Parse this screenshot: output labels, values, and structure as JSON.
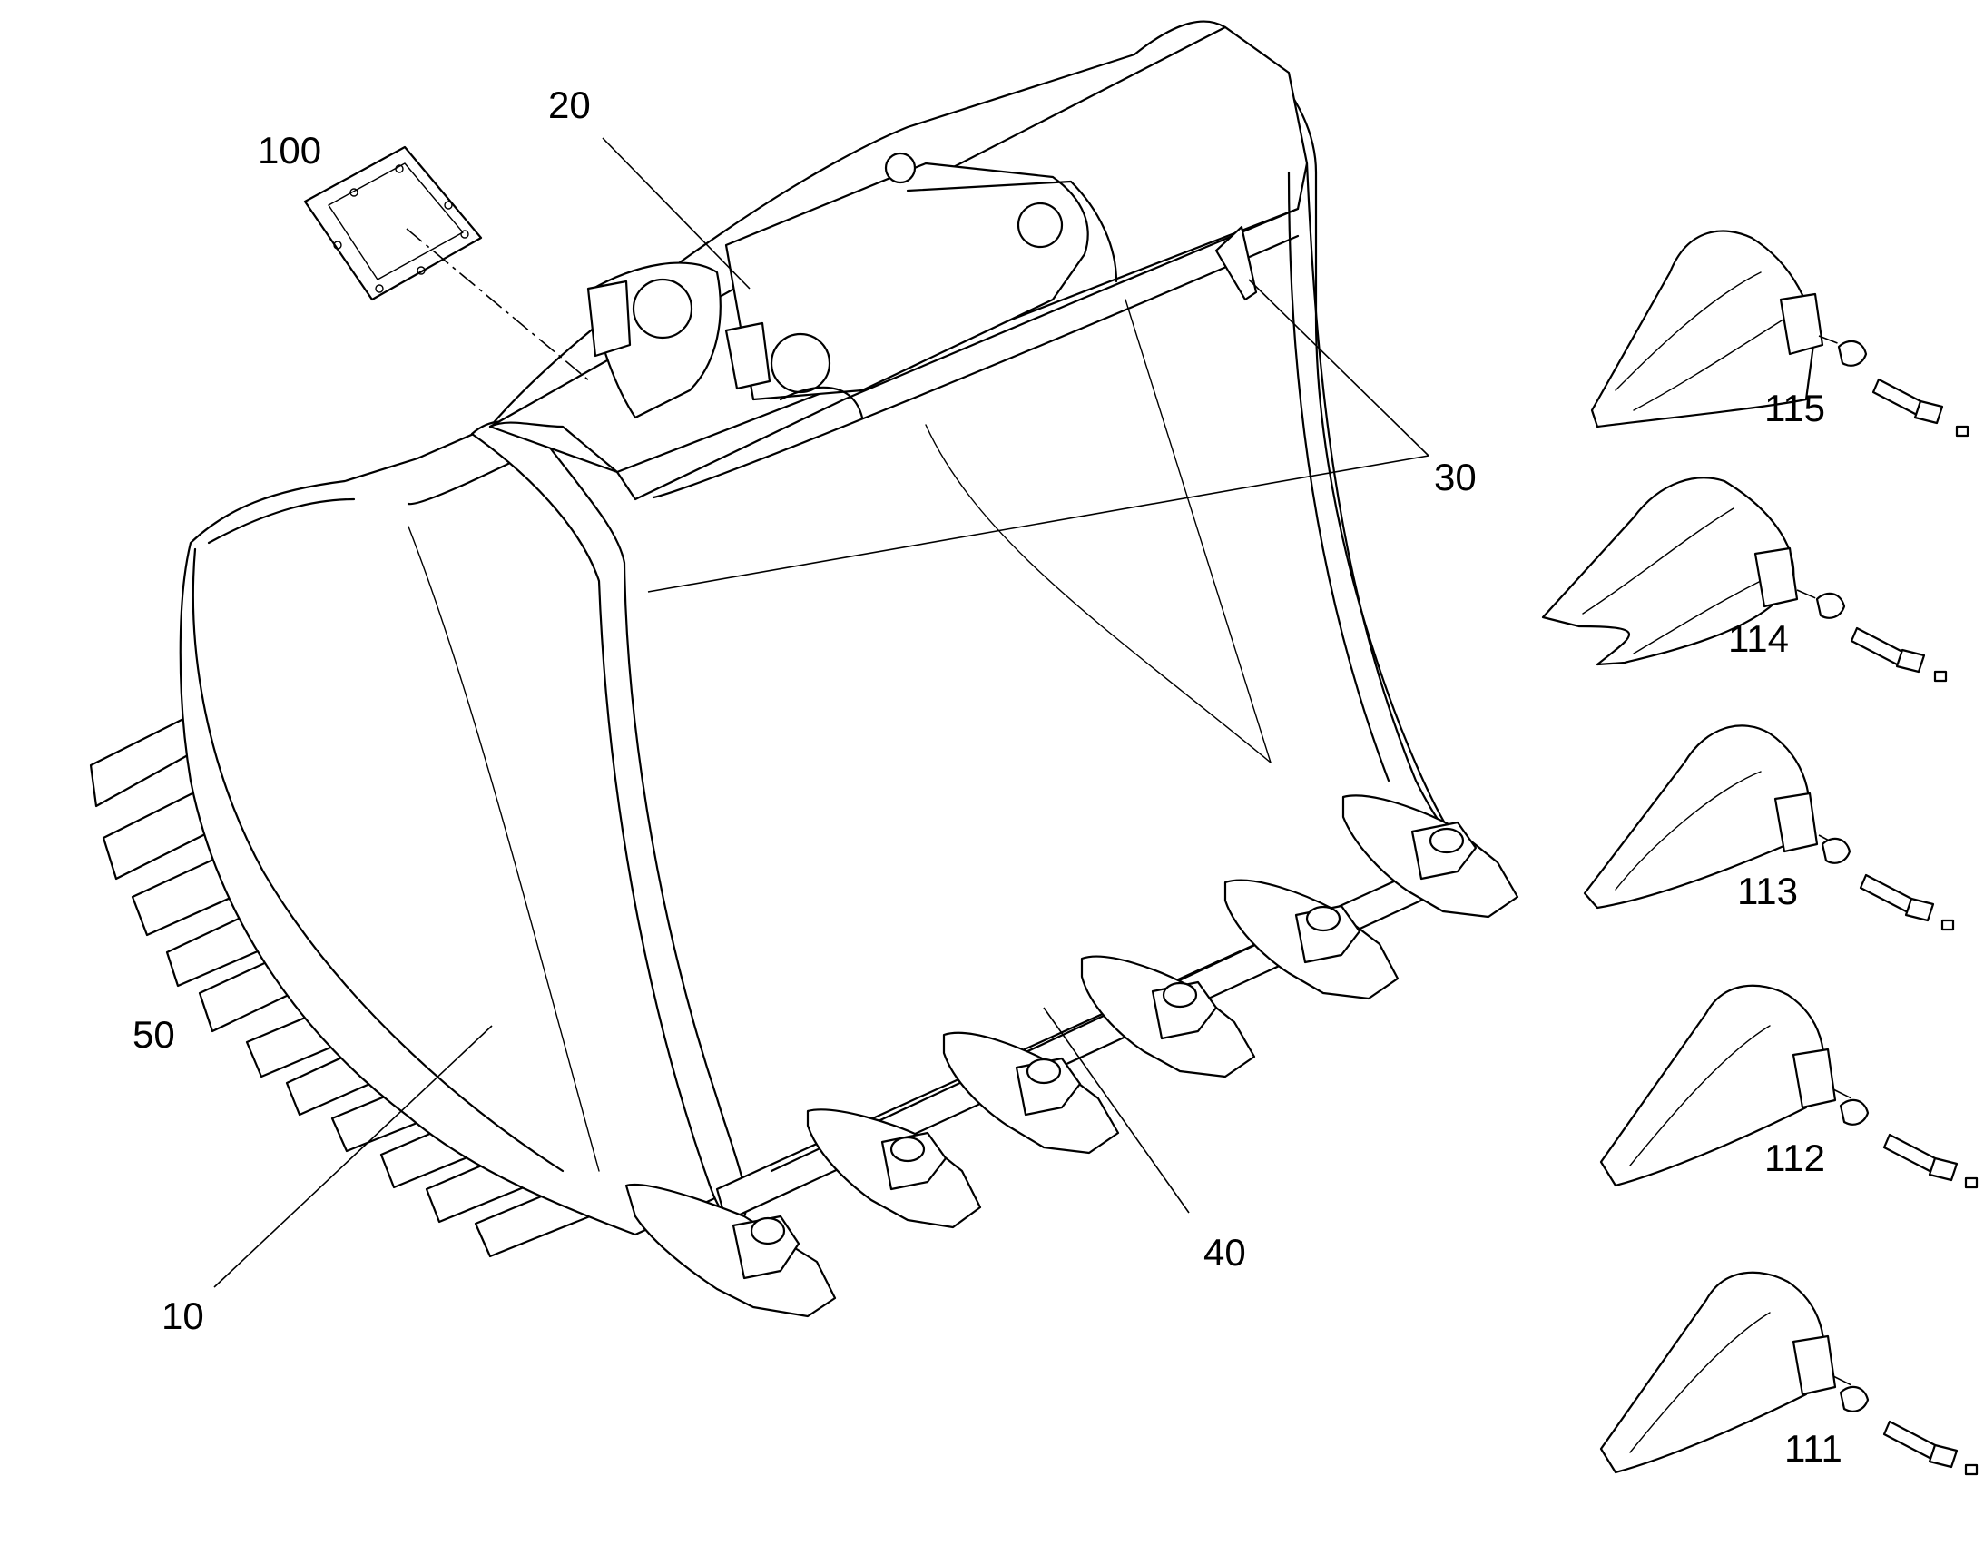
{
  "callouts": {
    "c100": "100",
    "c20": "20",
    "c30": "30",
    "c50": "50",
    "c10": "10",
    "c40": "40",
    "c115": "115",
    "c114": "114",
    "c113": "113",
    "c112": "112",
    "c111": "111"
  },
  "colors": {
    "line": "#000000",
    "background": "#ffffff"
  }
}
